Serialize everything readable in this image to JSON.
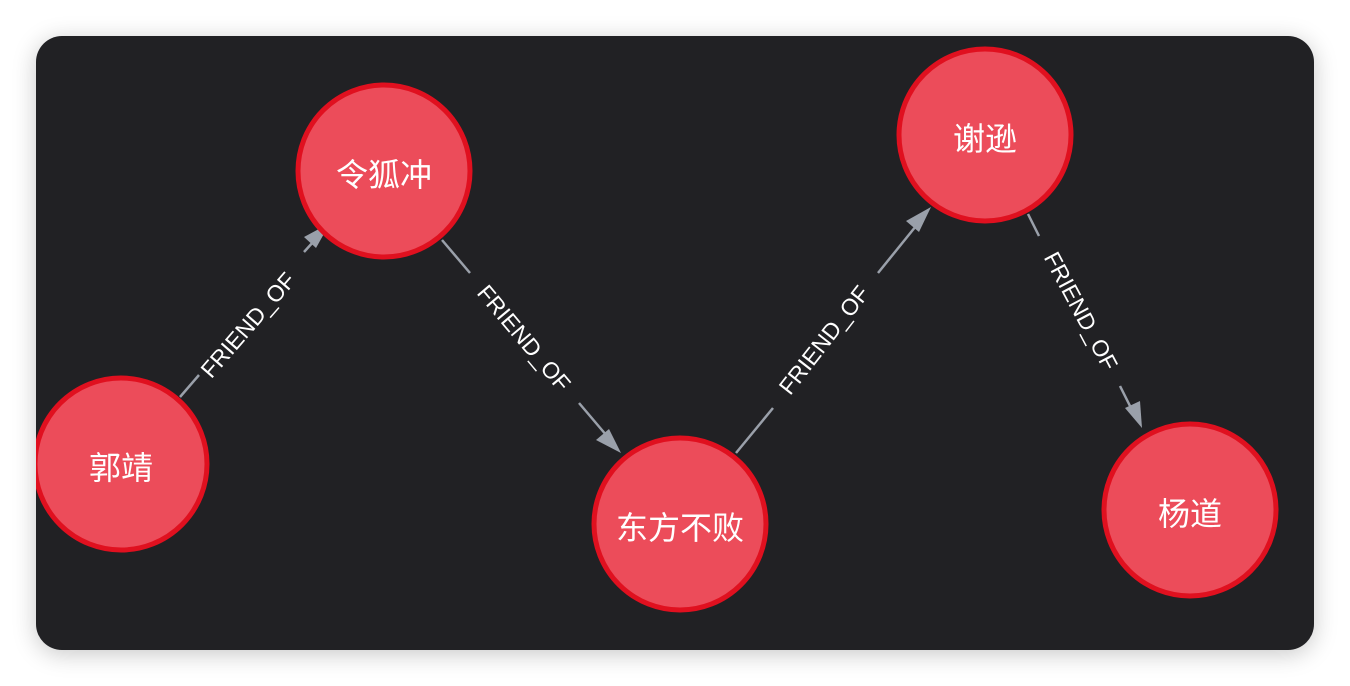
{
  "graph": {
    "nodes": [
      {
        "id": "guojing",
        "label": "郭靖"
      },
      {
        "id": "linghuchong",
        "label": "令狐冲"
      },
      {
        "id": "dongfangbubai",
        "label": "东方不败"
      },
      {
        "id": "xiexun",
        "label": "谢逊"
      },
      {
        "id": "yangdao",
        "label": "杨道"
      }
    ],
    "edges": [
      {
        "from": "guojing",
        "to": "linghuchong",
        "label": "FRIEND_OF"
      },
      {
        "from": "linghuchong",
        "to": "dongfangbubai",
        "label": "FRIEND_OF"
      },
      {
        "from": "dongfangbubai",
        "to": "xiexun",
        "label": "FRIEND_OF"
      },
      {
        "from": "xiexun",
        "to": "yangdao",
        "label": "FRIEND_OF"
      }
    ],
    "colors": {
      "background": "#212124",
      "node_fill": "#ec4c5a",
      "node_stroke": "#e0101f",
      "edge": "#9aa0aa",
      "text": "#ffffff"
    }
  }
}
